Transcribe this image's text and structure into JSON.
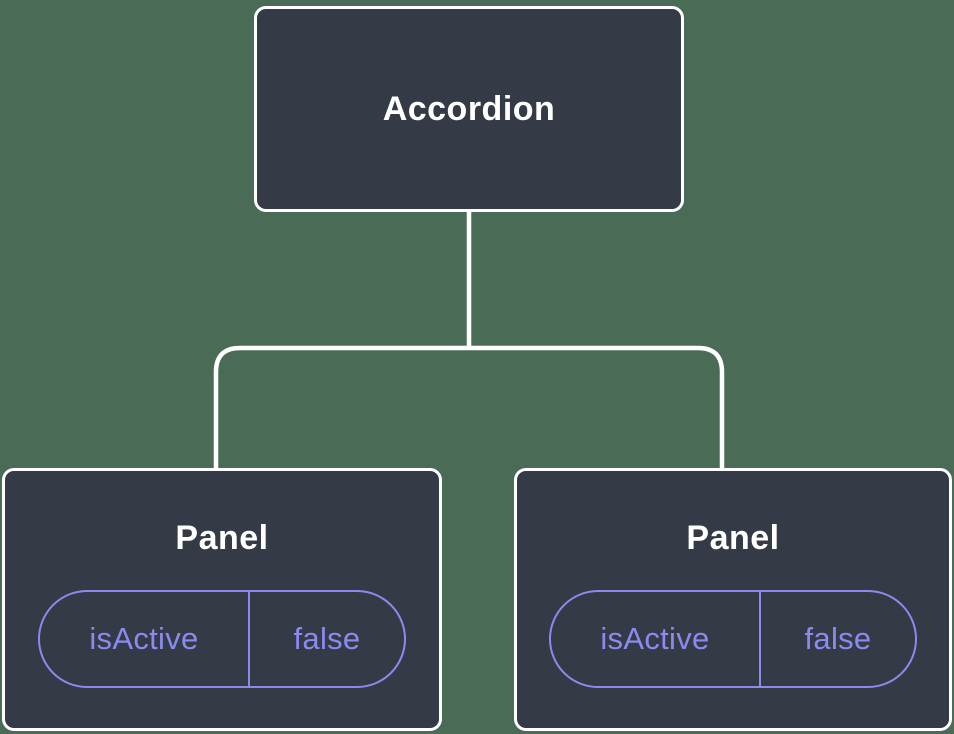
{
  "diagram": {
    "root": {
      "label": "Accordion"
    },
    "children": [
      {
        "label": "Panel",
        "state": {
          "key": "isActive",
          "value": "false"
        }
      },
      {
        "label": "Panel",
        "state": {
          "key": "isActive",
          "value": "false"
        }
      }
    ],
    "colors": {
      "background": "#4a6c57",
      "node_fill": "#343a46",
      "node_border": "#ffffff",
      "node_text": "#ffffff",
      "state_accent": "#8b8bef",
      "connector": "#ffffff"
    }
  }
}
